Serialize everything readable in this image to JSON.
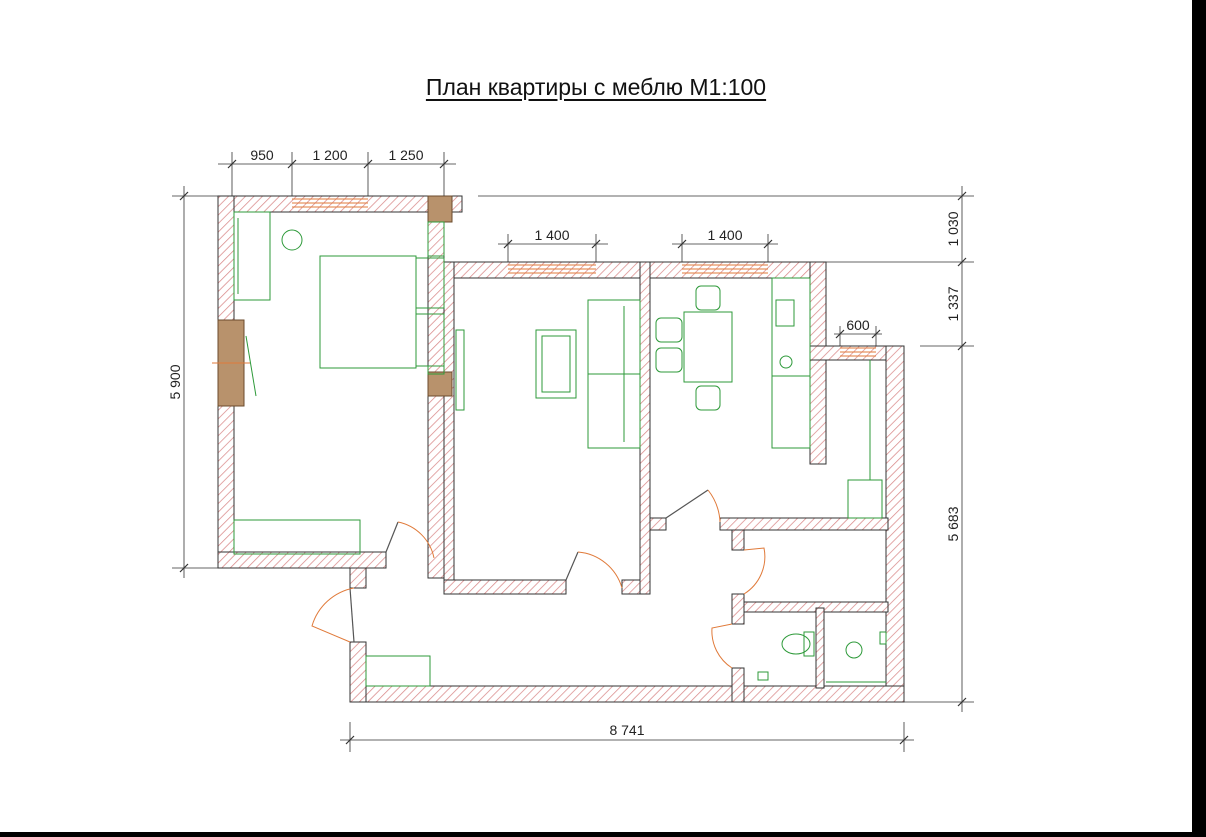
{
  "title": "План квартиры с меблю М1:100",
  "dimensions": {
    "top_1": "950",
    "top_2": "1 200",
    "top_3": "1 250",
    "window_living": "1 400",
    "window_kitchen": "1 400",
    "window_bath": "600",
    "right_upper": "1 030",
    "right_middle": "1 337",
    "right_lower": "5 683",
    "left_height": "5 900",
    "bottom_width": "8 741"
  },
  "colors": {
    "background": "#000000",
    "sheet": "#ffffff",
    "wall_hatch": "#d98a8a",
    "furniture": "#2e9a3a",
    "windows_doors": "#e07a3a",
    "column": "#b8926c"
  }
}
